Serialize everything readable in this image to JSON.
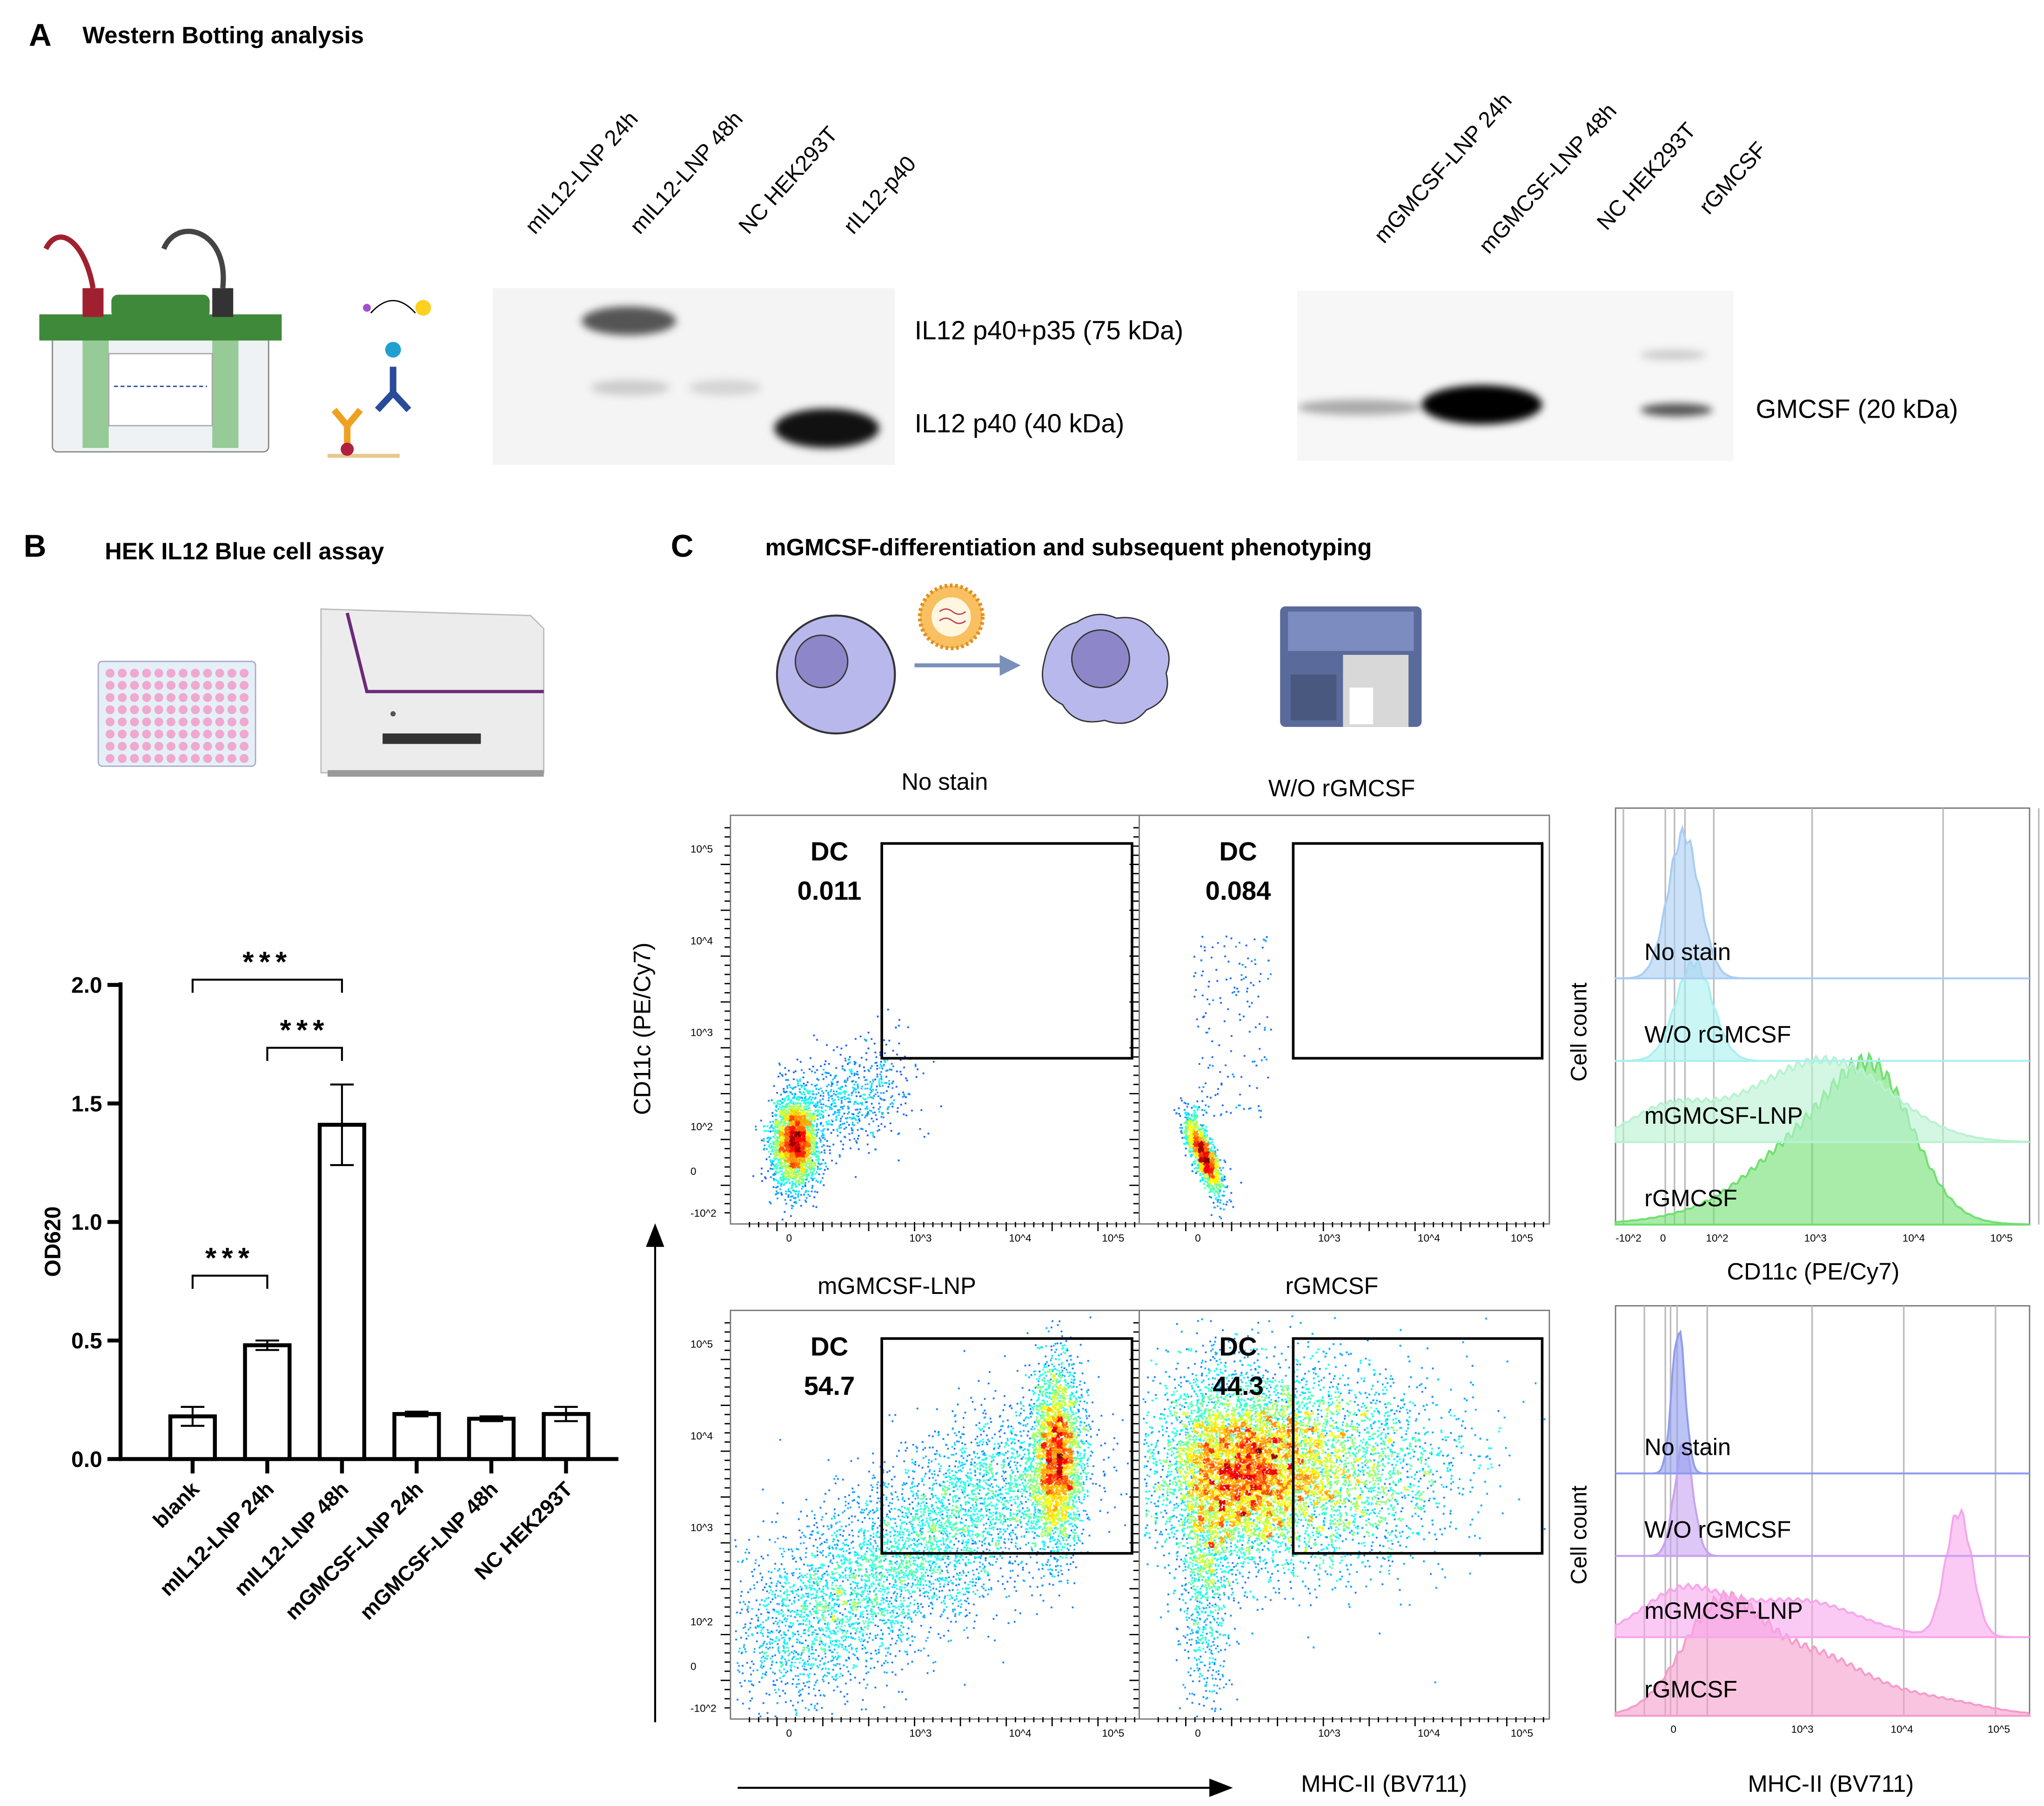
{
  "panel_a": {
    "letter": "A",
    "title": "Western Botting analysis",
    "blot1": {
      "lanes": [
        "mIL12-LNP 24h",
        "mIL12-LNP 48h",
        "NC HEK293T",
        "rIL12-p40"
      ],
      "bands": [
        "IL12 p40+p35 (75 kDa)",
        "IL12 p40 (40 kDa)"
      ]
    },
    "blot2": {
      "lanes": [
        "mGMCSF-LNP 24h",
        "mGMCSF-LNP 48h",
        "NC HEK293T",
        "rGMCSF"
      ],
      "bands": [
        "GMCSF (20 kDa)"
      ]
    }
  },
  "panel_b": {
    "letter": "B",
    "title": "HEK IL12 Blue cell assay"
  },
  "panel_c": {
    "letter": "C",
    "title": "mGMCSF-differentiation and subsequent phenotyping",
    "scatter_plots": [
      {
        "title": "No stain",
        "gate_label": "DC",
        "gate_value": "0.011"
      },
      {
        "title": "W/O rGMCSF",
        "gate_label": "DC",
        "gate_value": "0.084"
      },
      {
        "title": "mGMCSF-LNP",
        "gate_label": "DC",
        "gate_value": "54.7"
      },
      {
        "title": "rGMCSF",
        "gate_label": "DC",
        "gate_value": "44.3"
      }
    ],
    "scatter_y_label": "CD11c (PE/Cy7)",
    "scatter_x_label": "MHC-II (BV711)",
    "y_ticks": [
      "10^5",
      "10^4",
      "10^3",
      "10^2",
      "0",
      "-10^2"
    ],
    "x_ticks": [
      "0",
      "10^3",
      "10^4",
      "10^5"
    ],
    "hist_top": {
      "y_label": "Cell count",
      "x_label": "CD11c (PE/Cy7)",
      "x_ticks": [
        "-10^2",
        "0",
        "10^2",
        "10^3",
        "10^4",
        "10^5"
      ],
      "series": [
        "No stain",
        "W/O rGMCSF",
        "mGMCSF-LNP",
        "rGMCSF"
      ],
      "colors": [
        "#a9cdf2",
        "#a8f0f0",
        "#b8f2d0",
        "#6fe06f"
      ]
    },
    "hist_bottom": {
      "y_label": "Cell count",
      "x_label": "MHC-II (BV711)",
      "x_ticks": [
        "0",
        "10^3",
        "10^4",
        "10^5"
      ],
      "series": [
        "No stain",
        "W/O rGMCSF",
        "mGMCSF-LNP",
        "rGMCSF"
      ],
      "colors": [
        "#8f9cf0",
        "#c7a2f0",
        "#f7a6ec",
        "#f59ccb"
      ]
    }
  },
  "chart_data": {
    "type": "bar",
    "title": "",
    "xlabel": "",
    "ylabel": "OD620",
    "ylim": [
      0,
      2.0
    ],
    "yticks": [
      "0.0",
      "0.5",
      "1.0",
      "1.5",
      "2.0"
    ],
    "categories": [
      "blank",
      "mIL12-LNP 24h",
      "mIL12-LNP 48h",
      "mGMCSF-LNP 24h",
      "mGMCSF-LNP 48h",
      "NC HEK293T"
    ],
    "values": [
      0.18,
      0.48,
      1.41,
      0.19,
      0.17,
      0.19
    ],
    "errors": [
      0.04,
      0.02,
      0.17,
      0.01,
      0.01,
      0.03
    ],
    "significance": [
      {
        "from": 0,
        "to": 2,
        "label": "***"
      },
      {
        "from": 1,
        "to": 2,
        "label": "***"
      },
      {
        "from": 0,
        "to": 1,
        "label": "***"
      }
    ],
    "bar_fill": "#ffffff",
    "bar_stroke": "#000000"
  }
}
